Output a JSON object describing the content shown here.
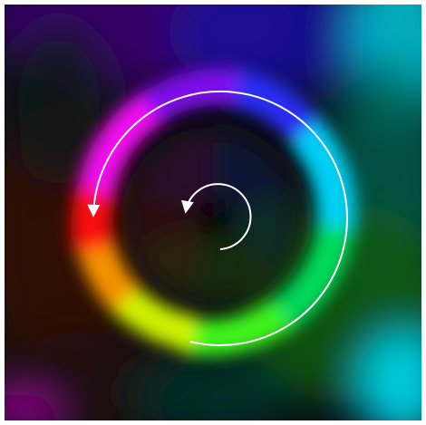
{
  "figure": {
    "kind": "phase-colored vortex field",
    "background": "#ffffff",
    "hue_wheel": [
      "#ff0000",
      "#ffff00",
      "#00ff00",
      "#00ffff",
      "#0000ff",
      "#ff00ff"
    ],
    "ring_colors": {
      "left": "#ff1010",
      "lower_left": "#ff9a00",
      "bottom": "#c8ff00",
      "right": "#00e0ff",
      "top_right": "#2030ff",
      "top_left": "#ff10ff"
    },
    "core_color": "#050505",
    "arrow_color": "#ffffff",
    "arrows": [
      {
        "name": "outer-circulation",
        "direction": "counterclockwise"
      },
      {
        "name": "inner-circulation",
        "direction": "counterclockwise"
      }
    ]
  }
}
